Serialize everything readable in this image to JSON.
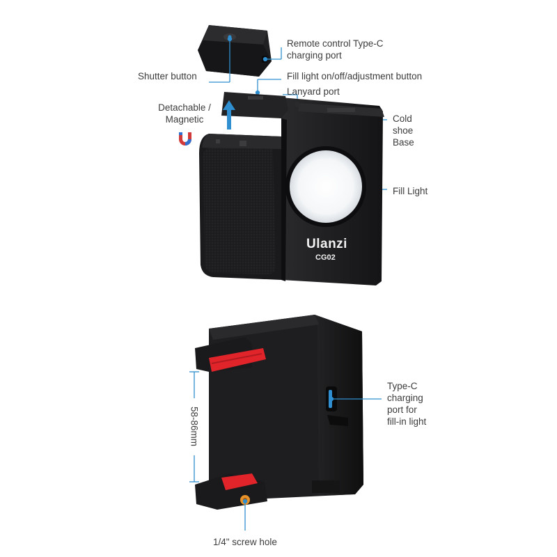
{
  "labels": {
    "remote_line1": "Remote control Type-C",
    "remote_line2": "charging port",
    "shutter": "Shutter button",
    "fill_btn": "Fill light on/off/adjustment button",
    "lanyard": "Lanyard port",
    "detach_line1": "Detachable /",
    "detach_line2": "Magnetic",
    "cold_line1": "Cold",
    "cold_line2": "shoe",
    "cold_line3": "Base",
    "fill_light": "Fill Light",
    "typec_line1": "Type-C",
    "typec_line2": "charging",
    "typec_line3": "port for",
    "typec_line4": "fill-in light",
    "clamp_range": "58-86mm",
    "screw": "1/4\" screw hole"
  },
  "device": {
    "brand": "Ulanzi",
    "model": "CG02"
  },
  "colors": {
    "accent_blue": "#2f8fd0",
    "clamp_red": "#e0242a",
    "body_black": "#1c1c1e",
    "screw_orange": "#e8932a"
  },
  "icons": {
    "magnet": "magnet-icon",
    "arrow": "up-arrow-icon"
  }
}
